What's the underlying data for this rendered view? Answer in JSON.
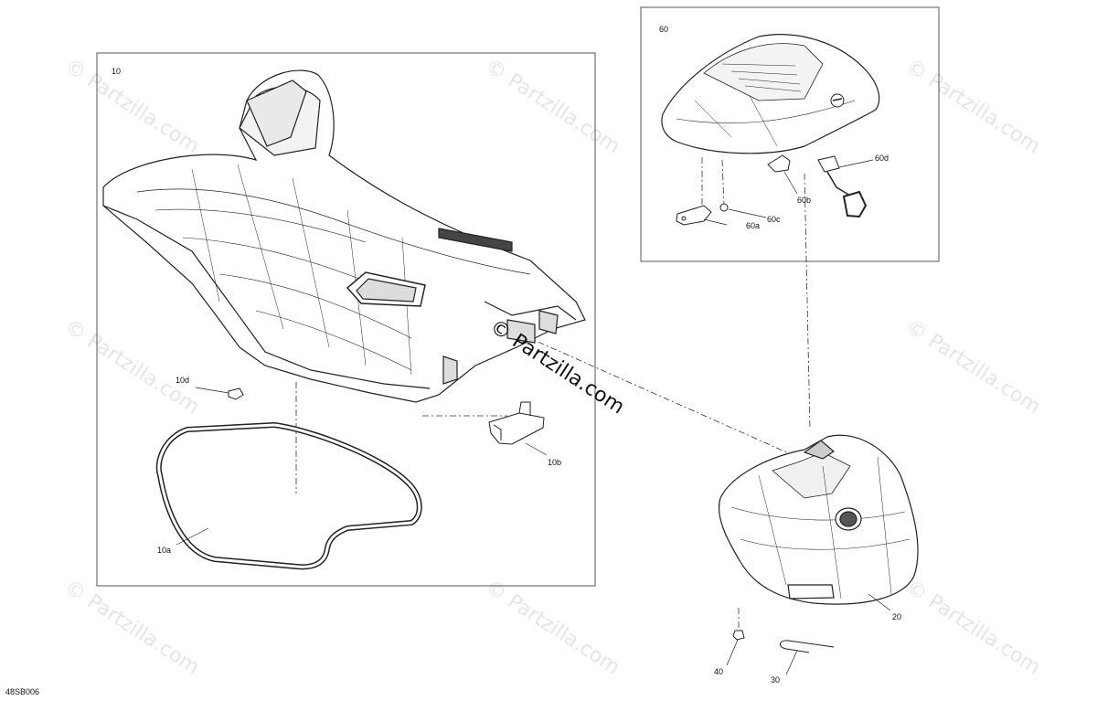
{
  "diagram_code": "48SB006",
  "watermark": "© Partzilla.com",
  "callouts": {
    "c10": "10",
    "c10a": "10a",
    "c10b": "10b",
    "c10d": "10d",
    "c20": "20",
    "c30": "30",
    "c40": "40",
    "c60": "60",
    "c60a": "60a",
    "c60b": "60b",
    "c60c": "60c",
    "c60d": "60d"
  },
  "colors": {
    "line": "#222222",
    "frame": "#555555",
    "dash": "#333333"
  }
}
